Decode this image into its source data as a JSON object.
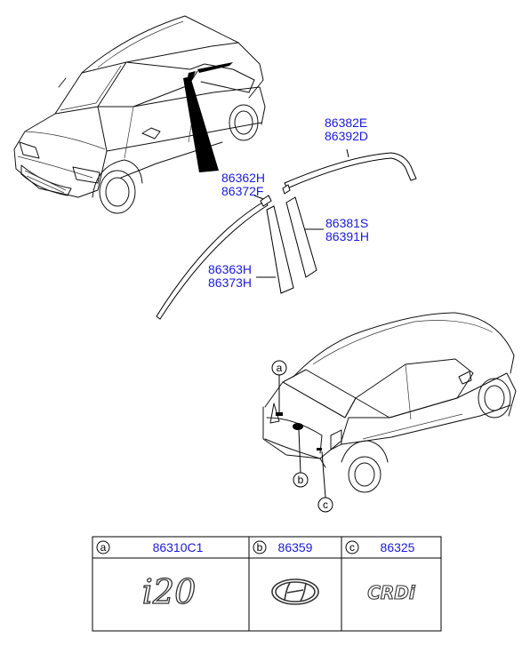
{
  "moldings": {
    "roof_rear": [
      "86382E",
      "86392D"
    ],
    "roof_front": [
      "86362H",
      "86372F"
    ],
    "pillar_rear": [
      "86381S",
      "86391H"
    ],
    "pillar_front": [
      "86363H",
      "86373H"
    ]
  },
  "callouts": {
    "a": "a",
    "b": "b",
    "c": "c"
  },
  "emblem_table": [
    {
      "letter": "a",
      "part_no": "86310C1",
      "emblem_text": "i20",
      "icon": "i20-emblem-icon"
    },
    {
      "letter": "b",
      "part_no": "86359",
      "emblem_text": "",
      "icon": "hyundai-logo-icon"
    },
    {
      "letter": "c",
      "part_no": "86325",
      "emblem_text": "CRDi",
      "icon": "crdi-emblem-icon"
    }
  ]
}
